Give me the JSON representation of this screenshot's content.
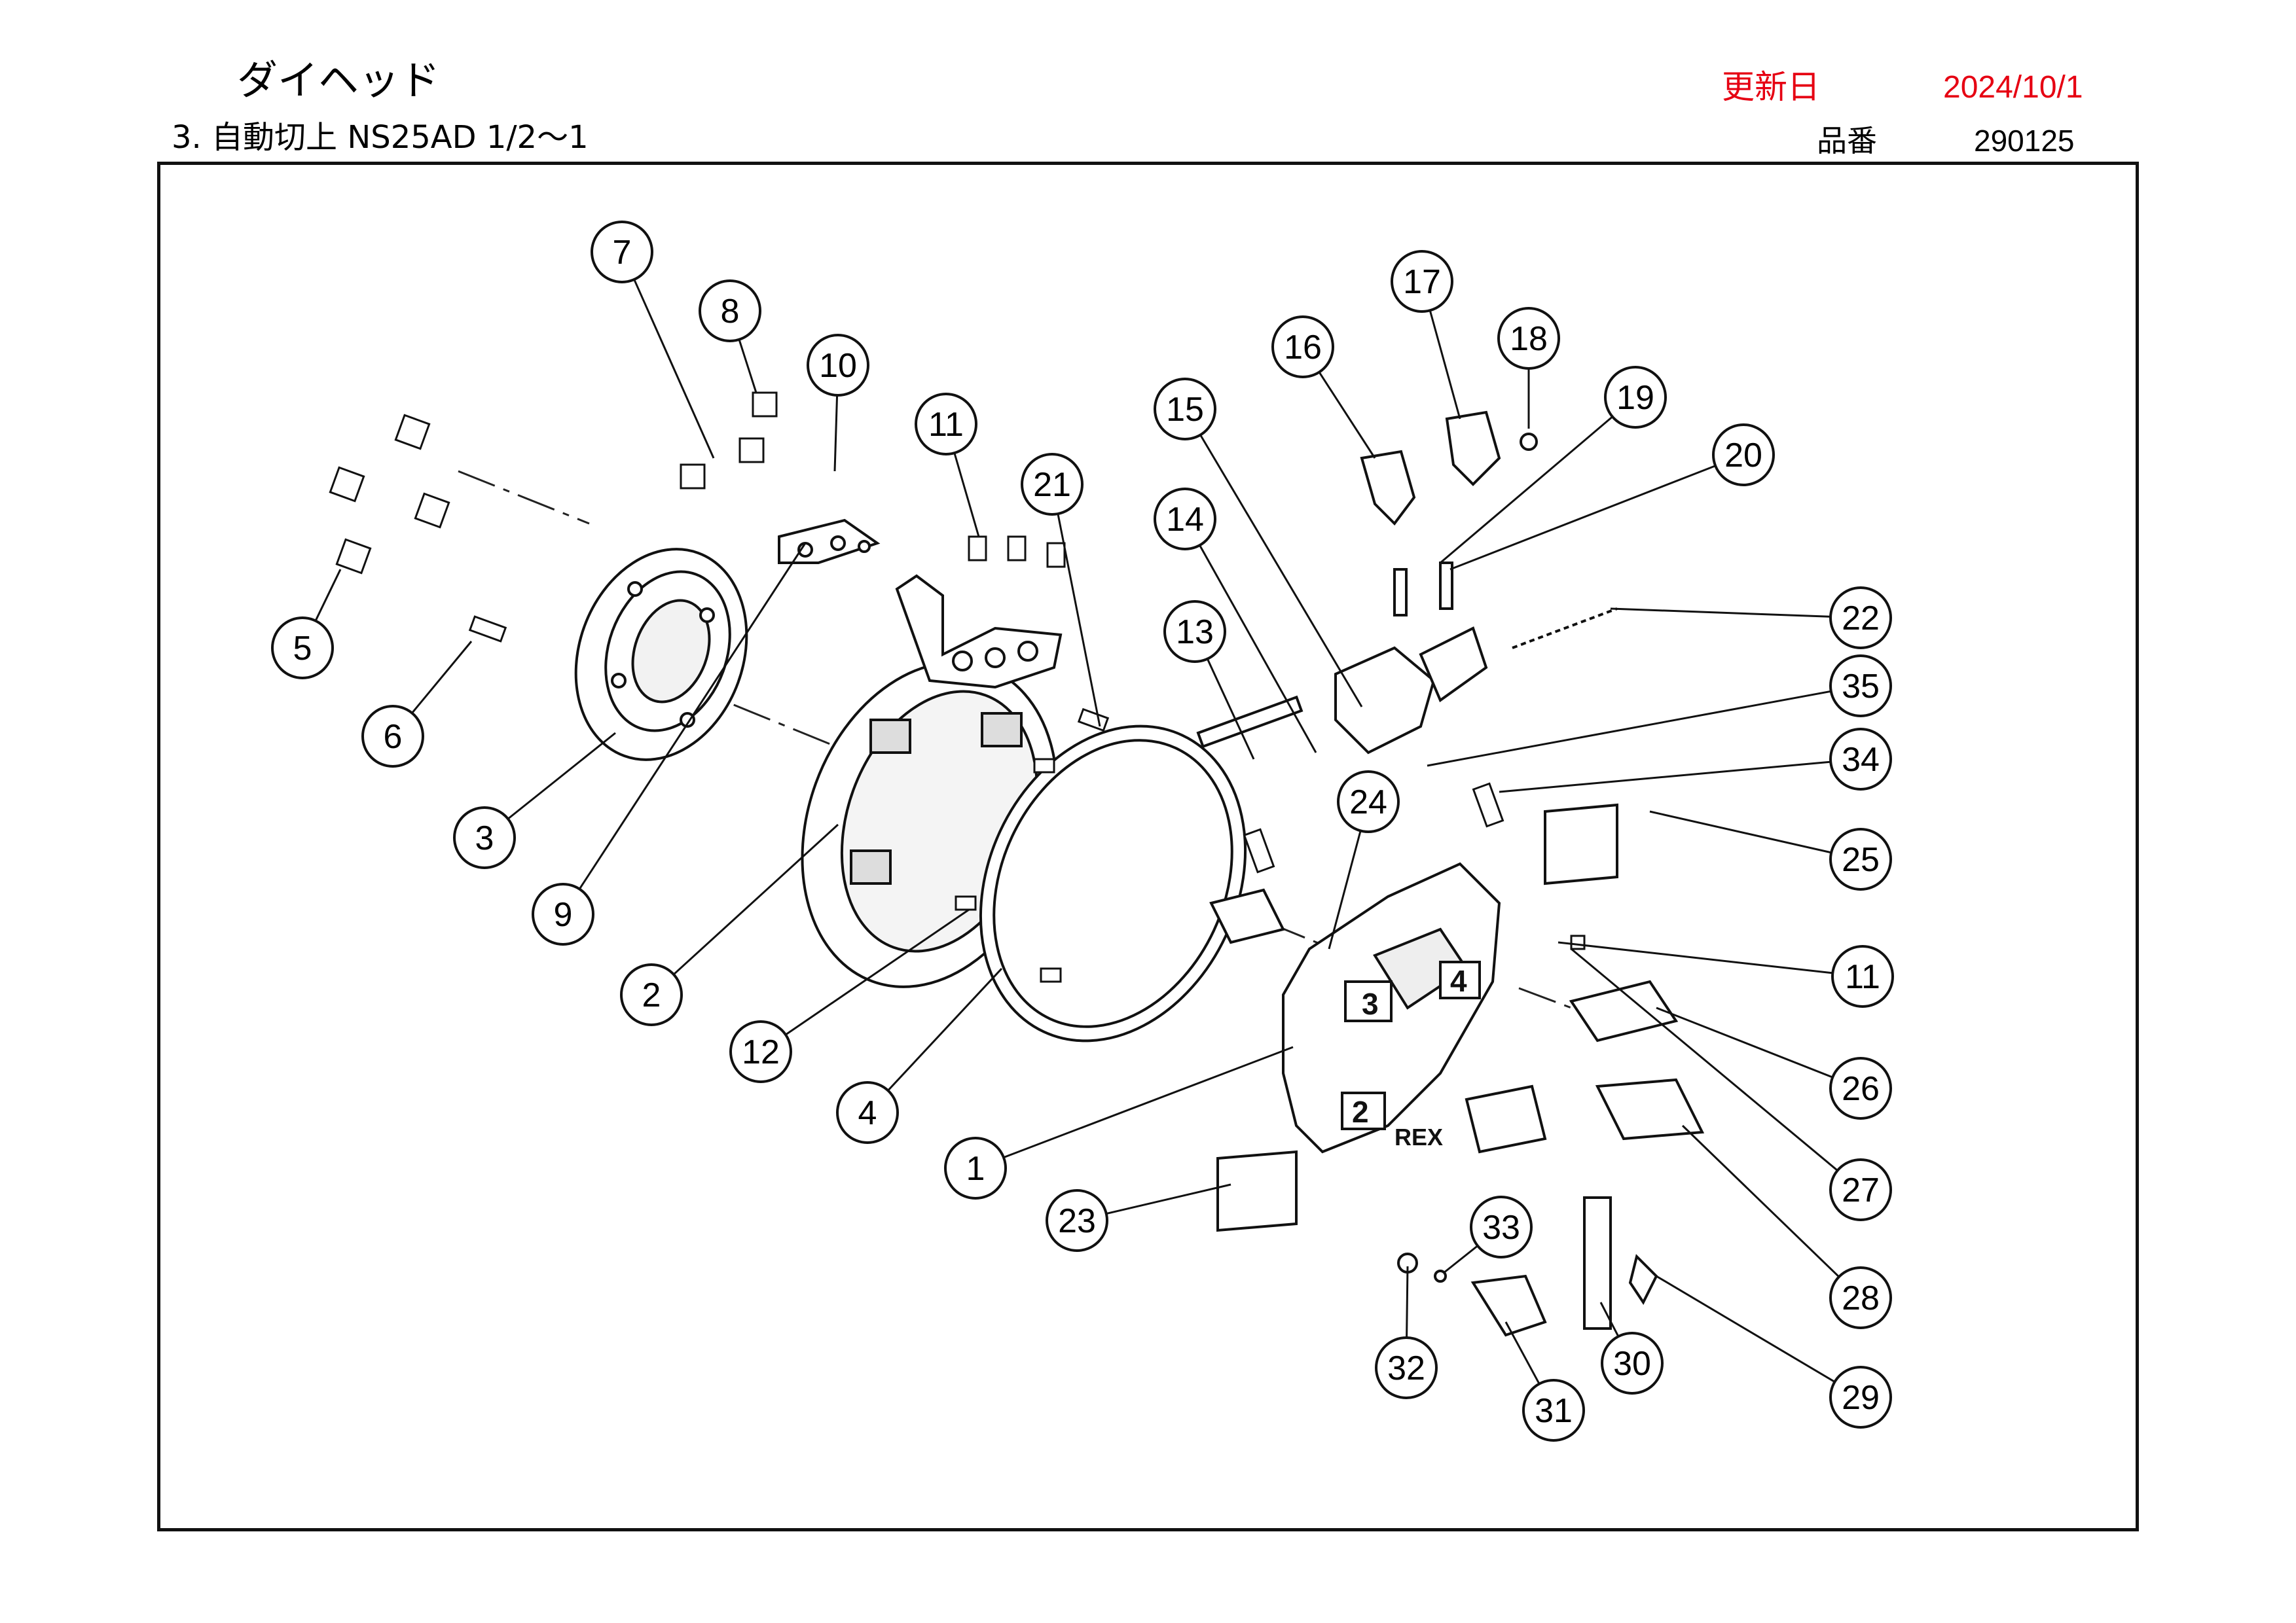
{
  "header": {
    "title": "ダイヘッド",
    "subtitle": "3. 自動切上 NS25AD 1/2～1",
    "updated_label": "更新日",
    "updated_date": "2024/10/1",
    "part_no_label": "品番",
    "part_no": "290125"
  },
  "colors": {
    "accent_red": "#e60012",
    "line": "#111111"
  },
  "callouts": [
    "1",
    "2",
    "3",
    "4",
    "5",
    "6",
    "7",
    "8",
    "9",
    "10",
    "11",
    "11",
    "12",
    "13",
    "14",
    "15",
    "16",
    "17",
    "18",
    "19",
    "20",
    "21",
    "22",
    "23",
    "24",
    "25",
    "26",
    "27",
    "28",
    "29",
    "30",
    "31",
    "32",
    "33",
    "34",
    "35"
  ]
}
